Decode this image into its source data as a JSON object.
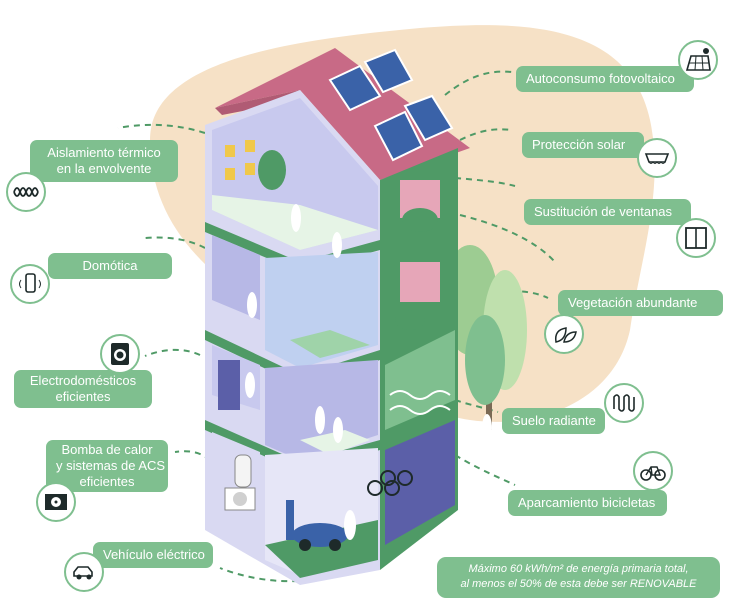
{
  "labels": {
    "autoconsumo": "Autoconsumo fotovoltaico",
    "aislamiento_1": "Aislamiento térmico",
    "aislamiento_2": "en la envolvente",
    "proteccion": "Protección solar",
    "ventanas": "Sustitución de ventanas",
    "domotica": "Domótica",
    "vegetacion": "Vegetación abundante",
    "electro_1": "Electrodomésticos",
    "electro_2": "eficientes",
    "suelo": "Suelo radiante",
    "bomba_1": "Bomba de calor",
    "bomba_2": "y sistemas de ACS",
    "bomba_3": "eficientes",
    "bicicletas": "Aparcamiento bicicletas",
    "vehiculo": "Vehículo eléctrico"
  },
  "note": {
    "line1": "Máximo 60 kWh/m² de energía primaria total,",
    "line2": "al menos el 50% de esta debe ser RENOVABLE"
  },
  "colors": {
    "label_green": "#7fbf8f",
    "wall_green": "#4f9a66",
    "roof_pink": "#c86a86",
    "blob_beige": "#f6e1c6",
    "interior_lavender": "#b7b8e6",
    "solar_blue": "#3a62a8"
  },
  "icons": [
    "solar-panel-icon",
    "insulation-wave-icon",
    "awning-icon",
    "window-icon",
    "smartphone-wifi-icon",
    "leaves-icon",
    "washing-machine-icon",
    "radiant-floor-icon",
    "heat-pump-fan-icon",
    "bicycle-icon",
    "electric-car-icon"
  ]
}
